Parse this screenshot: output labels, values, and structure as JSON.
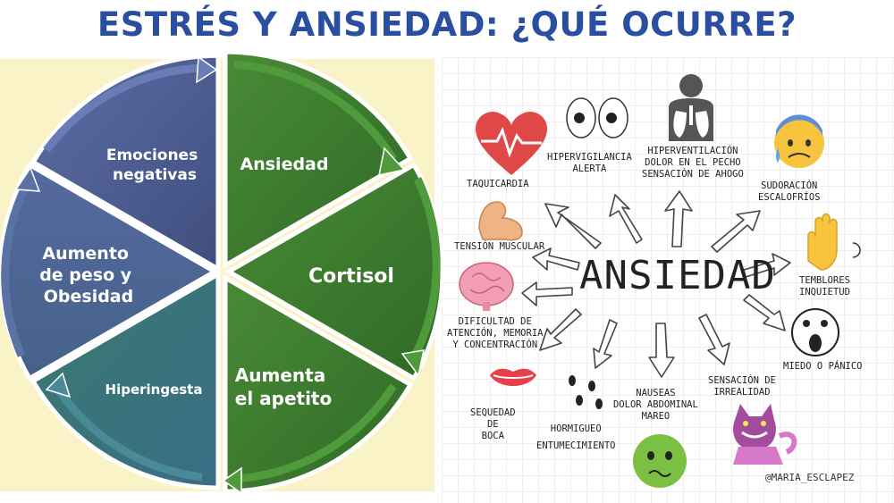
{
  "title": "ESTRÉS Y ANSIEDAD: ¿QUÉ OCURRE?",
  "cycle": {
    "segments": [
      {
        "label_lines": [
          "Emociones",
          "negativas"
        ]
      },
      {
        "label_lines": [
          "Ansiedad"
        ]
      },
      {
        "label_lines": [
          "Cortisol"
        ]
      },
      {
        "label_lines": [
          "Aumenta",
          "el apetito"
        ]
      },
      {
        "label_lines": [
          "Hiperingesta"
        ]
      },
      {
        "label_lines": [
          "Aumento",
          "de peso y",
          "Obesidad"
        ]
      }
    ]
  },
  "infographic": {
    "center": "ANSIEDAD",
    "symptoms": {
      "taquicardia": "TAQUICARDIA",
      "hipervigilancia": [
        "HIPERVIGILANCIA",
        "ALERTA"
      ],
      "hiperventilacion": [
        "HIPERVENTILACIÓN",
        "DOLOR EN EL PECHO",
        "SENSACIÓN DE AHOGO"
      ],
      "sudoracion": [
        "SUDORACIÓN",
        "ESCALOFRÍOS"
      ],
      "tension": "TENSIÓN MUSCULAR",
      "temblores": [
        "TEMBLORES",
        "INQUIETUD"
      ],
      "dificultad": [
        "DIFICULTAD DE",
        "ATENCIÓN, MEMORIA",
        "Y CONCENTRACIÓN"
      ],
      "miedo": "MIEDO O PÁNICO",
      "sensacion": [
        "SENSACIÓN DE",
        "IRREALIDAD"
      ],
      "nauseas": [
        "NAUSEAS",
        "DOLOR ABDOMINAL",
        "MAREO"
      ],
      "sequedad": [
        "SEQUEDAD",
        "DE",
        "BOCA"
      ],
      "hormigueo": [
        "HORMIGUEO",
        "ENTUMECIMIENTO"
      ]
    },
    "credit": "@MARIA_ESCLAPEZ"
  },
  "colors": {
    "title": "#2a4fa0",
    "segment_blue": "#4e5e94",
    "segment_green": "#3f7a2f",
    "segment_teal": "#3c7a78",
    "panel": "#fbf3c8"
  }
}
